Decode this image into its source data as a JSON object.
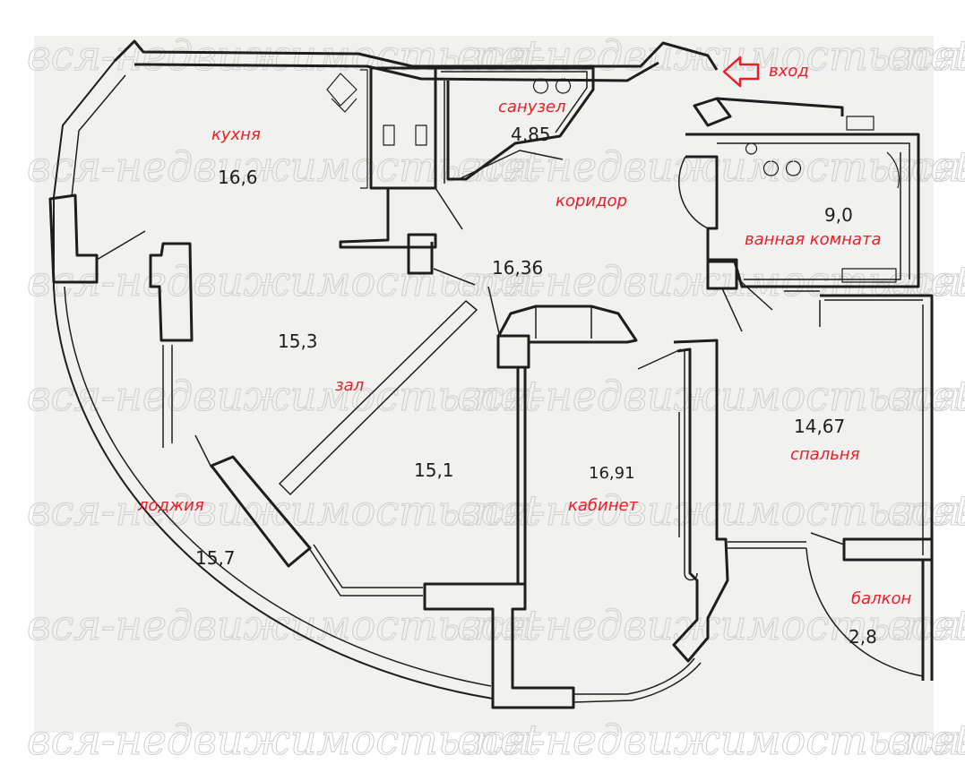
{
  "watermark": "вся-недвижимость.net",
  "entrance": {
    "label": "вход"
  },
  "colors": {
    "label_red": "#e8202a",
    "wall": "#1e1e1e",
    "paper": "#f1f1ef",
    "watermark": "#cfcfcf"
  },
  "rooms": {
    "kitchen": {
      "label": "кухня",
      "area": "16,6"
    },
    "wc": {
      "label": "санузел",
      "area": "4,85"
    },
    "corridor": {
      "label": "коридор",
      "area": "16,36"
    },
    "bathroom": {
      "label": "ванная комната",
      "area": "9,0"
    },
    "living_a": {
      "area": "15,3"
    },
    "hall": {
      "label": "зал",
      "area": "15,1"
    },
    "loggia": {
      "label": "лоджия",
      "area": "15,7"
    },
    "study": {
      "label": "кабинет",
      "area": "16,91"
    },
    "bedroom": {
      "label": "спальня",
      "area": "14,67"
    },
    "balcony": {
      "label": "балкон",
      "area": "2,8"
    }
  }
}
